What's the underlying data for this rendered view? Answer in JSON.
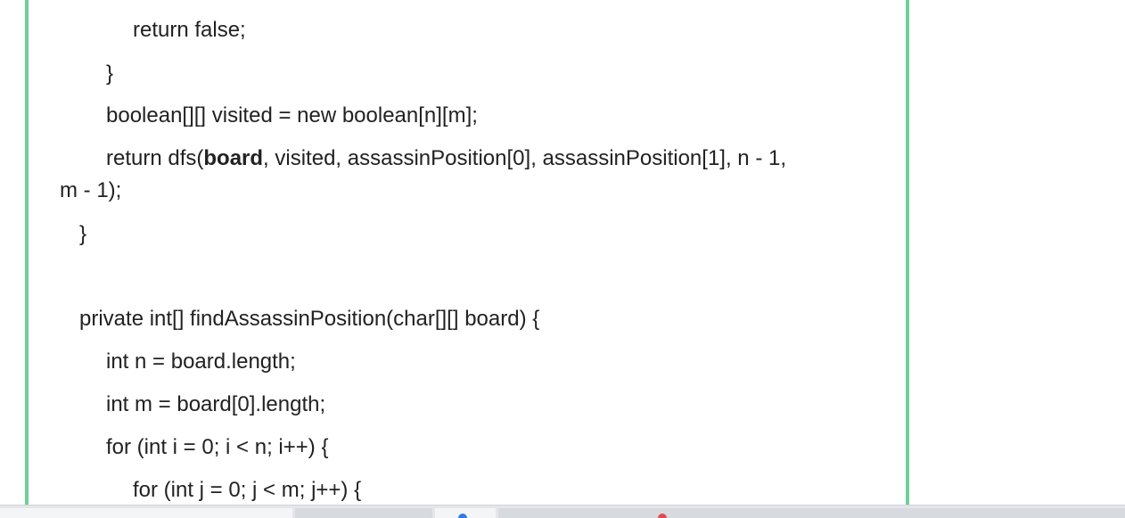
{
  "document": {
    "code_lines": [
      {
        "indent": "      ",
        "text": "return false;"
      },
      {
        "indent": "    ",
        "text": "}"
      },
      {
        "indent": "    ",
        "text": "boolean[][] visited = new boolean[n][m];"
      },
      {
        "indent": "    ",
        "pre": "return dfs(",
        "bold": "board",
        "post": ", visited, assassinPosition[0], assassinPosition[1], n - 1,"
      },
      {
        "indent": "",
        "text": "m - 1);"
      },
      {
        "indent": "  ",
        "text": "}"
      },
      {
        "indent": "  ",
        "text": "private int[] findAssassinPosition(char[][] board) {"
      },
      {
        "indent": "    ",
        "text": "int n = board.length;"
      },
      {
        "indent": "    ",
        "text": "int m = board[0].length;"
      },
      {
        "indent": "    ",
        "text": "for (int i = 0; i < n; i++) {"
      },
      {
        "indent": "      ",
        "text": "for (int j = 0; j < m; j++) {"
      }
    ]
  },
  "colors": {
    "panel_border": "#6fcf97",
    "text": "#222222",
    "taskbar": "#e4e6ea"
  },
  "taskbar": {
    "icons": [
      "app-icon-blue",
      "app-icon-red"
    ]
  }
}
